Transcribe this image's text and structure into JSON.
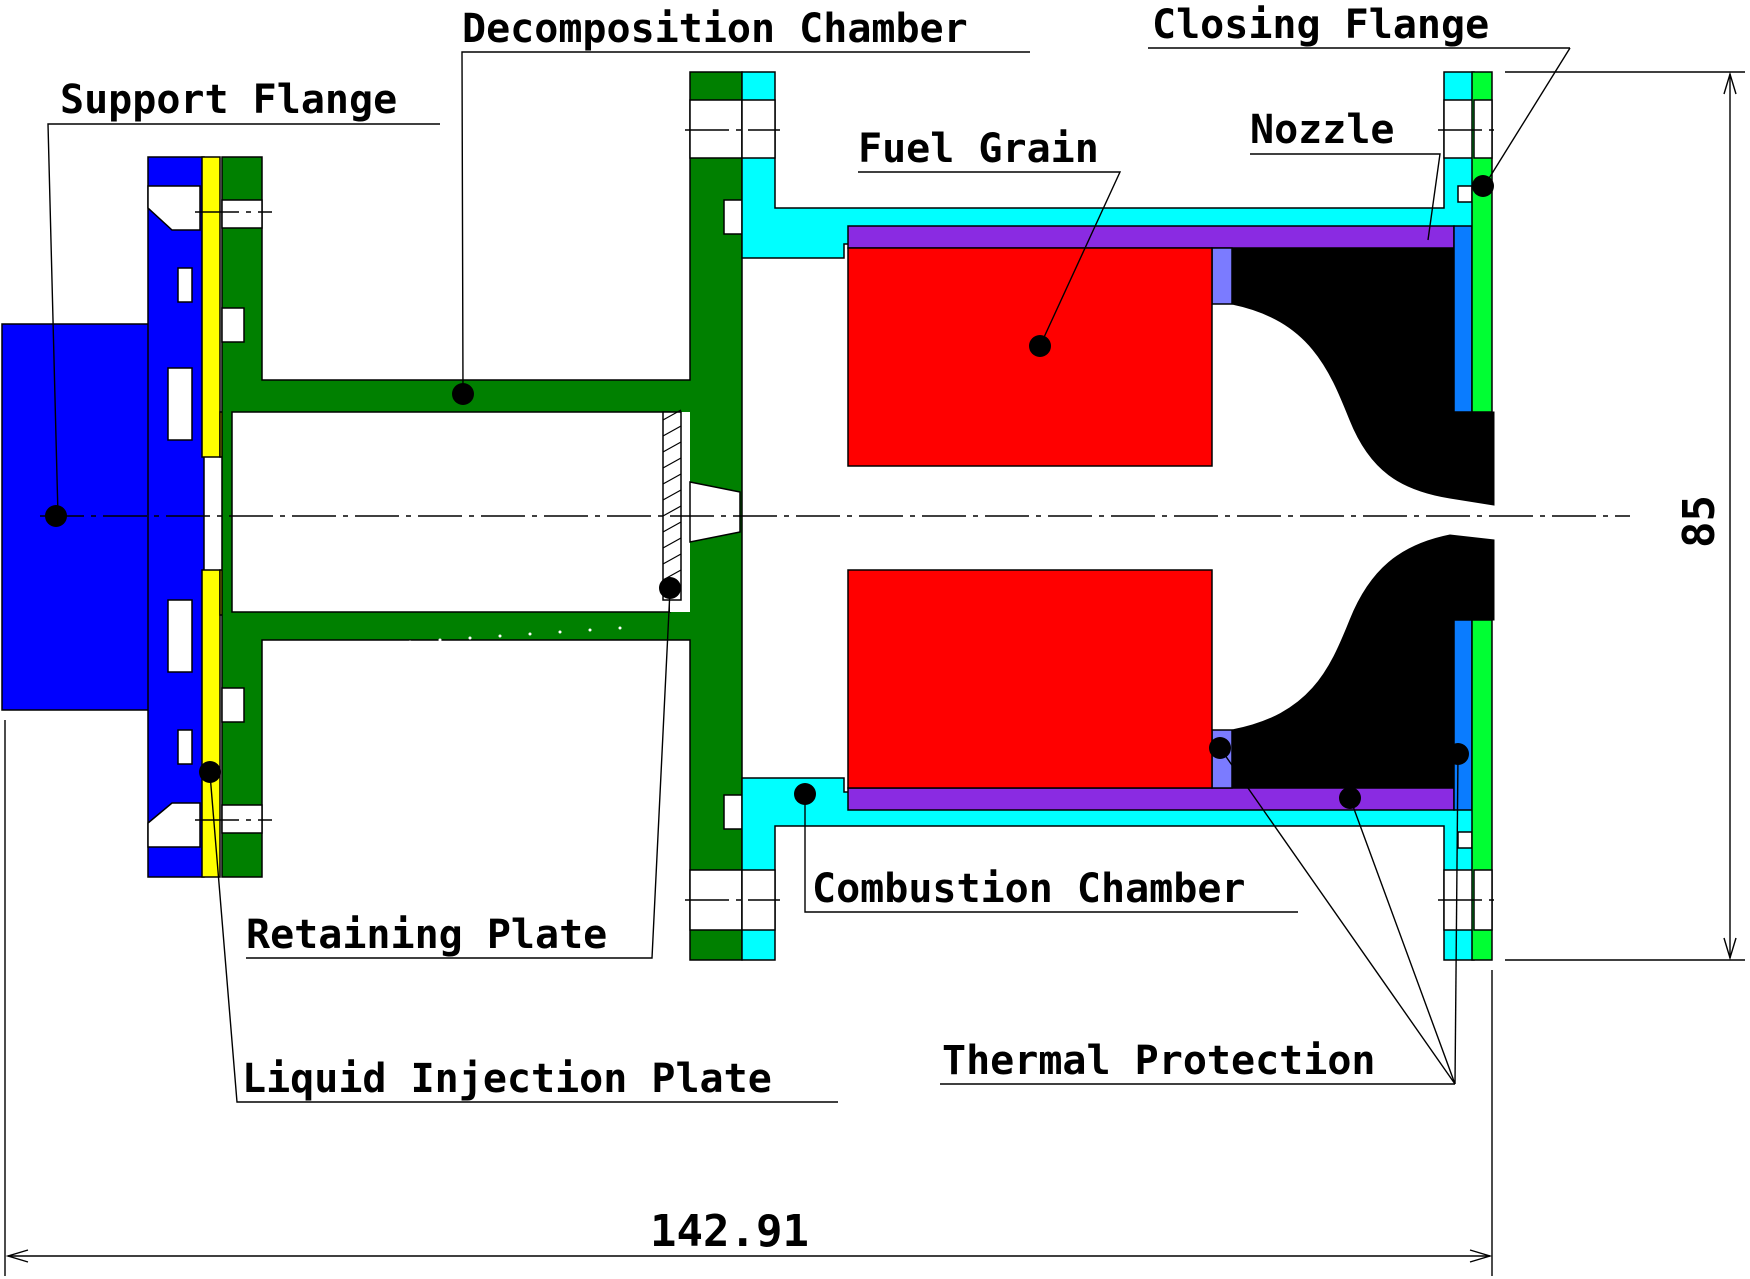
{
  "diagram": {
    "labels": {
      "support_flange": "Support Flange",
      "decomposition_chamber": "Decomposition Chamber",
      "closing_flange": "Closing Flange",
      "nozzle": "Nozzle",
      "fuel_grain": "Fuel Grain",
      "combustion_chamber": "Combustion Chamber",
      "retaining_plate": "Retaining Plate",
      "liquid_injection_plate": "Liquid Injection Plate",
      "thermal_protection": "Thermal Protection"
    },
    "dimensions": {
      "length": "142.91",
      "height": "85"
    },
    "colors": {
      "support_flange": "#0000ff",
      "liquid_injection_plate": "#ffff00",
      "decomposition_chamber": "#008000",
      "combustion_chamber": "#00ffff",
      "fuel_grain": "#ff0000",
      "thermal_protection_liner": "#8a2be2",
      "thermal_protection_ring": "#7b7bff",
      "nozzle": "#000000",
      "nozzle_plate": "#0a7cff",
      "closing_flange": "#00ff33"
    }
  }
}
